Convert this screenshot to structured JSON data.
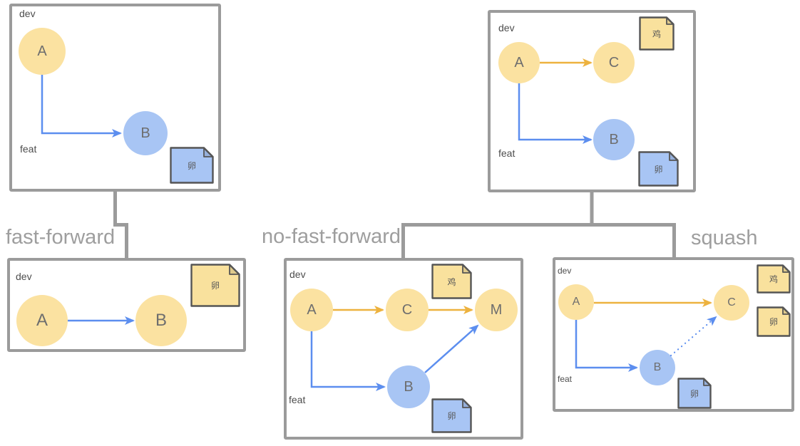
{
  "titles": {
    "fast_forward": "fast-forward",
    "no_fast_forward": "no-fast-forward",
    "squash": "squash"
  },
  "panels": {
    "top_left": {
      "dev": "dev",
      "feat": "feat",
      "node_a": "A",
      "node_b": "B",
      "note_egg": "卵"
    },
    "top_right": {
      "dev": "dev",
      "feat": "feat",
      "node_a": "A",
      "node_c": "C",
      "node_b": "B",
      "note_chicken": "鸡",
      "note_egg": "卵"
    },
    "fast_forward": {
      "dev": "dev",
      "node_a": "A",
      "node_b": "B",
      "note_egg": "卵"
    },
    "no_fast_forward": {
      "dev": "dev",
      "feat": "feat",
      "node_a": "A",
      "node_c": "C",
      "node_m": "M",
      "node_b": "B",
      "note_chicken": "鸡",
      "note_egg": "卵"
    },
    "squash": {
      "dev": "dev",
      "feat": "feat",
      "node_a": "A",
      "node_c": "C",
      "node_b": "B",
      "note_chicken": "鸡",
      "note_egg_dev": "卵",
      "note_egg_feat": "卵"
    }
  },
  "colors": {
    "panel_border": "#9b9b9b",
    "connector": "#9b9b9b",
    "title_text": "#9e9e9e",
    "branch_label_text": "#4d4d4d",
    "node_yellow": "#fbe2a1",
    "node_blue": "#a8c5f4",
    "node_text": "#6e6e6e",
    "note_yellow": "#f9e19d",
    "note_blue": "#a8c5f4",
    "note_border": "#555555",
    "arrow_blue": "#5c8eef",
    "arrow_yellow": "#edb23f"
  }
}
